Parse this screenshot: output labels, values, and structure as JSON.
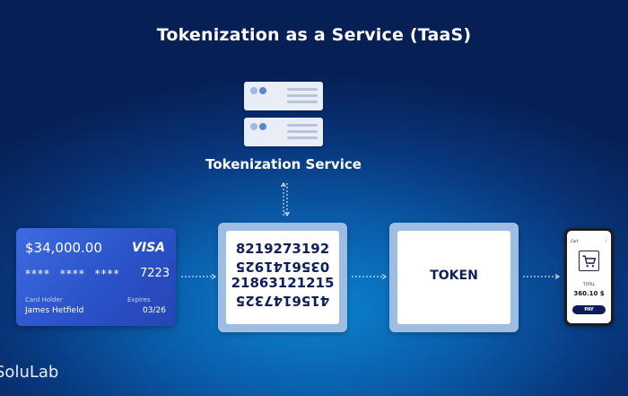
{
  "title": "Tokenization as a Service (TaaS)",
  "service": {
    "label": "Tokenization Service"
  },
  "card": {
    "amount": "$34,000.00",
    "brand": "VISA",
    "masked": "**** **** ****",
    "last4": "7223",
    "holder_label": "Card Holder",
    "holder": "James Hetfield",
    "expires_label": "Expires",
    "expires": "03/26"
  },
  "vault": {
    "numbers": [
      "8219273192",
      "0356141925",
      "21863121215",
      "4156147325"
    ]
  },
  "token": {
    "label": "TOKEN"
  },
  "phone": {
    "screen_title": "Cart",
    "total_label": "TOTAL",
    "total": "360.10 $",
    "pay_label": "PAY"
  },
  "logo": "SoluLab",
  "colors": {
    "card": "#2b52c9",
    "frame": "#9dbde2",
    "text_dark": "#0f1f5c",
    "pay": "#0d1c58"
  }
}
